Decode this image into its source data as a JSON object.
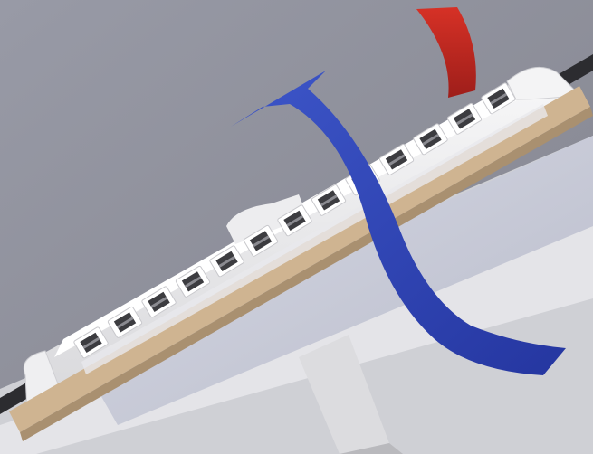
{
  "illustration": {
    "subject": "",
    "colors": {
      "wall": "#8f8f9a",
      "frame_white": "#f1f1f2",
      "seal_tan": "#cdb28f",
      "glass": "#c9ccd6",
      "airflow_in": "#2f47b8",
      "airflow_out": "#c42a23",
      "vent_slot_dark": "#3c3c40"
    },
    "vent_slot_count": 13,
    "arrows": [
      "cold-air-inflow-arrow",
      "warm-air-outflow-arrow"
    ]
  }
}
